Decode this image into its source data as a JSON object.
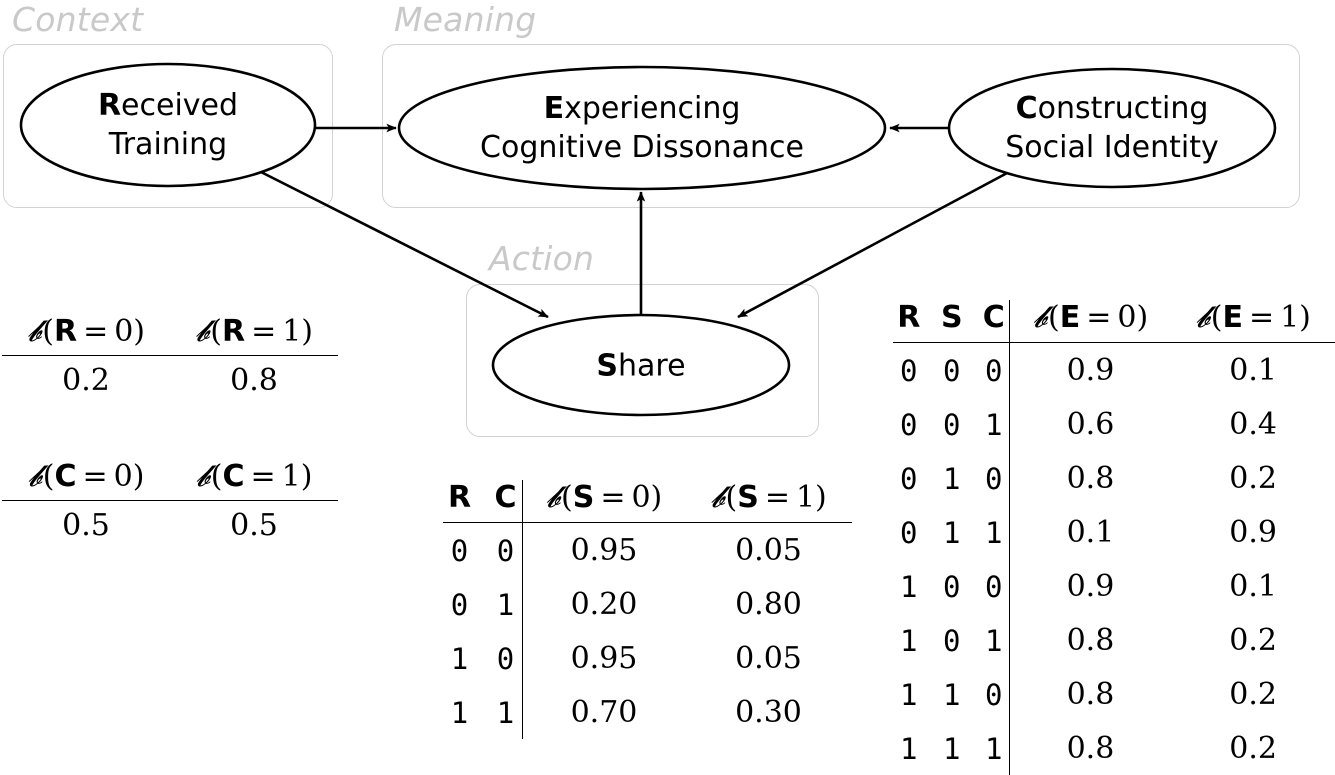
{
  "diagram": {
    "groups": [
      {
        "id": "context",
        "label": "Context"
      },
      {
        "id": "meaning",
        "label": "Meaning"
      },
      {
        "id": "action",
        "label": "Action"
      }
    ],
    "nodes": [
      {
        "id": "R",
        "initial": "R",
        "rest": "eceived",
        "line2": "Training",
        "full": "Received Training"
      },
      {
        "id": "E",
        "initial": "E",
        "rest": "xperiencing",
        "line2": "Cognitive Dissonance",
        "full": "Experiencing Cognitive Dissonance"
      },
      {
        "id": "C",
        "initial": "C",
        "rest": "onstructing",
        "line2": "Social Identity",
        "full": "Constructing Social Identity"
      },
      {
        "id": "S",
        "initial": "S",
        "rest": "hare",
        "line2": "",
        "full": "Share"
      }
    ],
    "edges": [
      {
        "from": "R",
        "to": "E"
      },
      {
        "from": "C",
        "to": "E"
      },
      {
        "from": "S",
        "to": "E"
      },
      {
        "from": "R",
        "to": "S"
      },
      {
        "from": "C",
        "to": "S"
      }
    ]
  },
  "tables": {
    "prior_R": {
      "headers": [
        "𝒫(R = 0)",
        "𝒫(R = 1)"
      ],
      "variable": "R",
      "values": [
        "0.2",
        "0.8"
      ]
    },
    "prior_C": {
      "headers": [
        "𝒫(C = 0)",
        "𝒫(C = 1)"
      ],
      "variable": "C",
      "values": [
        "0.5",
        "0.5"
      ]
    },
    "cpt_S": {
      "key_headers": [
        "R",
        "C"
      ],
      "prob_headers": [
        "𝒫(S = 0)",
        "𝒫(S = 1)"
      ],
      "variable": "S",
      "rows": [
        {
          "keys": [
            "0",
            "0"
          ],
          "probs": [
            "0.95",
            "0.05"
          ]
        },
        {
          "keys": [
            "0",
            "1"
          ],
          "probs": [
            "0.20",
            "0.80"
          ]
        },
        {
          "keys": [
            "1",
            "0"
          ],
          "probs": [
            "0.95",
            "0.05"
          ]
        },
        {
          "keys": [
            "1",
            "1"
          ],
          "probs": [
            "0.70",
            "0.30"
          ]
        }
      ]
    },
    "cpt_E": {
      "key_headers": [
        "R",
        "S",
        "C"
      ],
      "prob_headers": [
        "𝒫(E = 0)",
        "𝒫(E = 1)"
      ],
      "variable": "E",
      "rows": [
        {
          "keys": [
            "0",
            "0",
            "0"
          ],
          "probs": [
            "0.9",
            "0.1"
          ]
        },
        {
          "keys": [
            "0",
            "0",
            "1"
          ],
          "probs": [
            "0.6",
            "0.4"
          ]
        },
        {
          "keys": [
            "0",
            "1",
            "0"
          ],
          "probs": [
            "0.8",
            "0.2"
          ]
        },
        {
          "keys": [
            "0",
            "1",
            "1"
          ],
          "probs": [
            "0.1",
            "0.9"
          ]
        },
        {
          "keys": [
            "1",
            "0",
            "0"
          ],
          "probs": [
            "0.9",
            "0.1"
          ]
        },
        {
          "keys": [
            "1",
            "0",
            "1"
          ],
          "probs": [
            "0.8",
            "0.2"
          ]
        },
        {
          "keys": [
            "1",
            "1",
            "0"
          ],
          "probs": [
            "0.8",
            "0.2"
          ]
        },
        {
          "keys": [
            "1",
            "1",
            "1"
          ],
          "probs": [
            "0.8",
            "0.2"
          ]
        }
      ]
    }
  },
  "colors": {
    "stroke": "#000000",
    "group_border": "#d2d2d2",
    "group_label": "#c9c9c9",
    "background": "#ffffff"
  }
}
